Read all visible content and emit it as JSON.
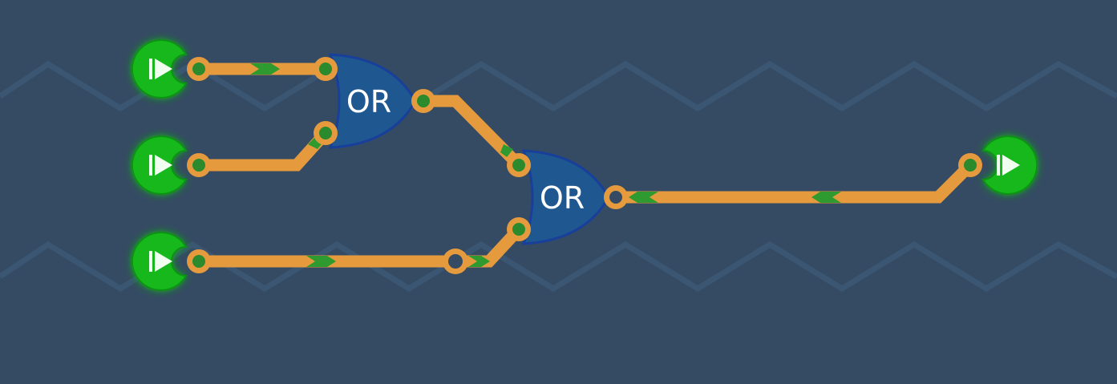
{
  "circuit": {
    "gates": [
      {
        "id": "gate-1",
        "type": "OR",
        "label": "OR"
      },
      {
        "id": "gate-2",
        "type": "OR",
        "label": "OR"
      }
    ],
    "inputs": [
      {
        "id": "input-1",
        "icon": "play-icon"
      },
      {
        "id": "input-2",
        "icon": "play-icon"
      },
      {
        "id": "input-3",
        "icon": "play-icon"
      }
    ],
    "outputs": [
      {
        "id": "output-1",
        "icon": "play-icon"
      }
    ]
  },
  "colors": {
    "background": "#354b63",
    "wire": "#e59a3d",
    "signal": "#2e9a2f",
    "gate": "#1f5791",
    "io_node": "#13b81a"
  }
}
